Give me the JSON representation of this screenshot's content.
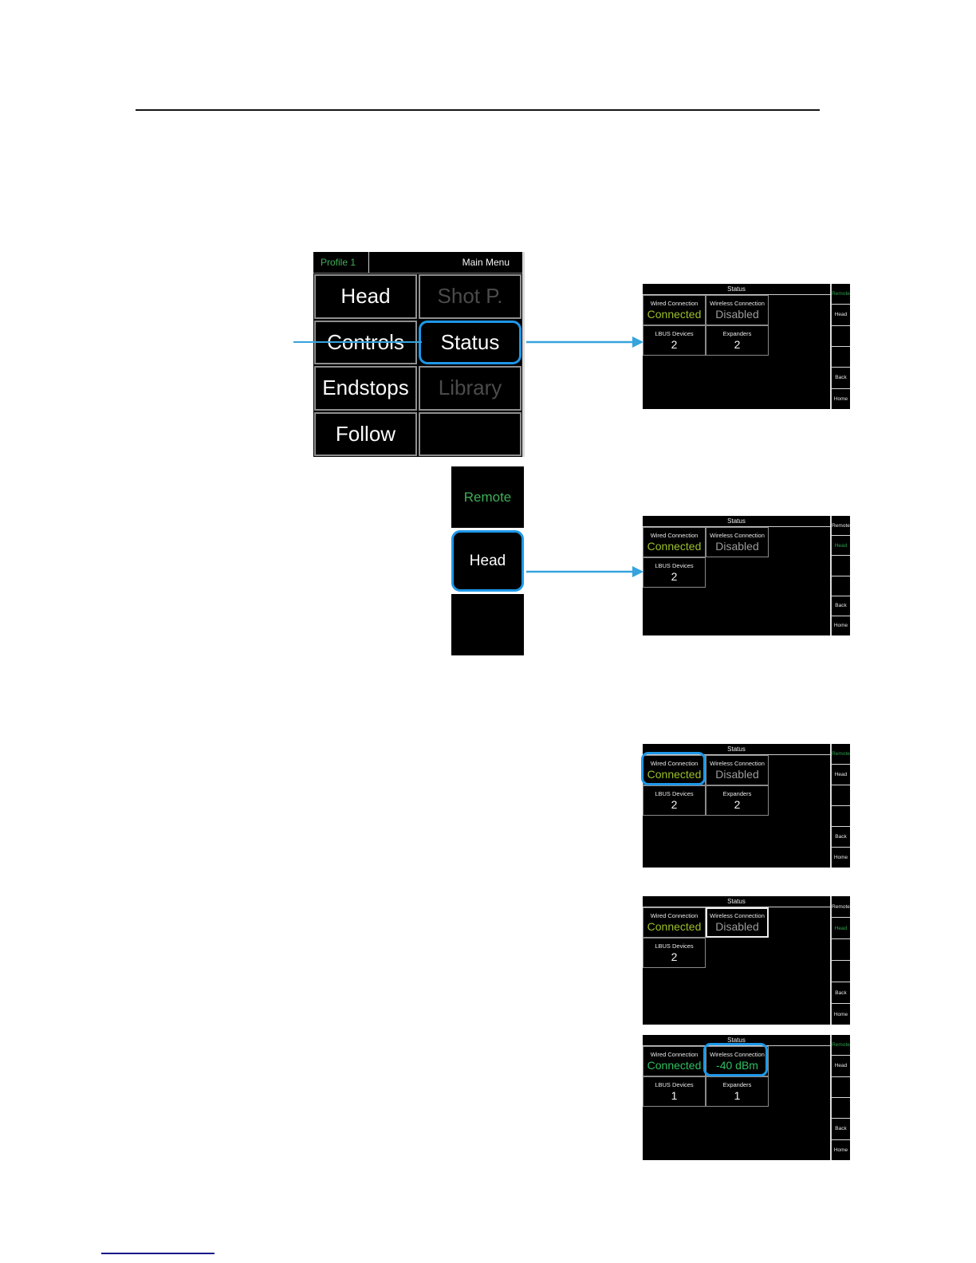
{
  "colors": {
    "accent_blue": "#1e97e8",
    "arrow_blue": "#35a3dd",
    "profile_green": "#3fae58",
    "connected_yellow_green": "#9bbf2a",
    "bright_green": "#2fbf5f",
    "disabled_gray": "#9c9c9c",
    "panel_black": "#000000"
  },
  "main_menu": {
    "profile_label": "Profile 1",
    "title": "Main Menu",
    "buttons": {
      "head": "Head",
      "shot_p": "Shot P.",
      "controls": "Controls",
      "status": "Status",
      "endstops": "Endstops",
      "library": "Library",
      "follow": "Follow",
      "blank": ""
    }
  },
  "side_menu": {
    "remote": "Remote",
    "head": "Head",
    "blank": ""
  },
  "screens": [
    {
      "title": "Status",
      "wired_label": "Wired Connection",
      "wired_value": "Connected",
      "wireless_label": "Wireless Connection",
      "wireless_value": "Disabled",
      "lbus_label": "LBUS Devices",
      "lbus_value": "2",
      "expanders_label": "Expanders",
      "expanders_value": "2",
      "sidebar": [
        "Remote",
        "Head",
        "",
        "",
        "Back",
        "Home"
      ]
    },
    {
      "title": "Status",
      "wired_label": "Wired Connection",
      "wired_value": "Connected",
      "wireless_label": "Wireless Connection",
      "wireless_value": "Disabled",
      "lbus_label": "LBUS Devices",
      "lbus_value": "2",
      "sidebar": [
        "Remote",
        "Head",
        "",
        "",
        "Back",
        "Home"
      ]
    },
    {
      "title": "Status",
      "wired_label": "Wired Connection",
      "wired_value": "Connected",
      "wireless_label": "Wireless Connection",
      "wireless_value": "Disabled",
      "lbus_label": "LBUS Devices",
      "lbus_value": "2",
      "expanders_label": "Expanders",
      "expanders_value": "2",
      "sidebar": [
        "Remote",
        "Head",
        "",
        "",
        "Back",
        "Home"
      ]
    },
    {
      "title": "Status",
      "wired_label": "Wired Connection",
      "wired_value": "Connected",
      "wireless_label": "Wireless Connection",
      "wireless_value": "Disabled",
      "lbus_label": "LBUS Devices",
      "lbus_value": "2",
      "sidebar": [
        "Remote",
        "Head",
        "",
        "",
        "Back",
        "Home"
      ]
    },
    {
      "title": "Status",
      "wired_label": "Wired Connection",
      "wired_value": "Connected",
      "wireless_label": "Wireless Connection",
      "wireless_value": "-40 dBm",
      "lbus_label": "LBUS Devices",
      "lbus_value": "1",
      "expanders_label": "Expanders",
      "expanders_value": "1",
      "sidebar": [
        "Remote",
        "Head",
        "",
        "",
        "Back",
        "Home"
      ]
    }
  ]
}
